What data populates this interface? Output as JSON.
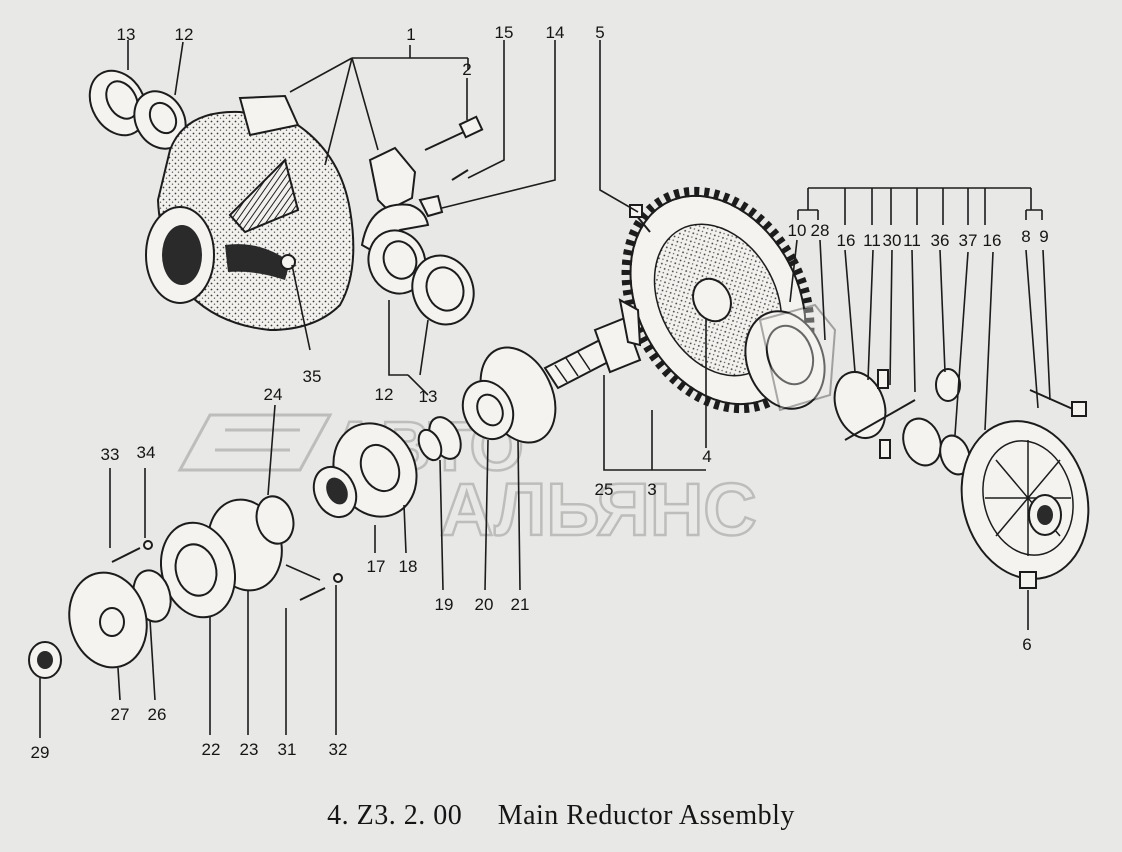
{
  "watermark": {
    "line1": "АВТО",
    "line2": "АЛЬЯНС"
  },
  "caption": {
    "code": "4. Z3. 2. 00",
    "title": "Main Reductor Assembly"
  },
  "callouts": [
    "13",
    "12",
    "1",
    "2",
    "15",
    "14",
    "5",
    "35",
    "12",
    "13",
    "10",
    "28",
    "16",
    "11",
    "30",
    "11",
    "36",
    "37",
    "16",
    "8",
    "9",
    "4",
    "25",
    "3",
    "24",
    "33",
    "34",
    "17",
    "18",
    "19",
    "20",
    "21",
    "6",
    "29",
    "27",
    "26",
    "22",
    "23",
    "31",
    "32"
  ]
}
